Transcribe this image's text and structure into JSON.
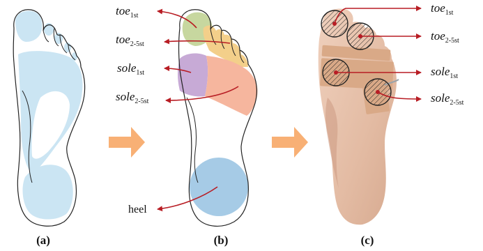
{
  "colors": {
    "outline": "#222222",
    "panel_a_fill": "#cbe5f3",
    "arrow_block": "#f8b075",
    "pointer": "#b81d24",
    "toe1_fill": "#c7d79f",
    "toe25_fill": "#f3cf8a",
    "sole1_fill": "#c7aad6",
    "sole25_fill": "#f6b69e",
    "heel_fill": "#a6cbe6",
    "skin": "#e6c2ab",
    "tape": "#d9a987"
  },
  "panel_b": {
    "toe1": {
      "name": "toe",
      "sub": "1st"
    },
    "toe25": {
      "name": "toe",
      "sub": "2-5st"
    },
    "sole1": {
      "name": "sole",
      "sub": "1st"
    },
    "sole25": {
      "name": "sole",
      "sub": "2-5st"
    },
    "heel": "heel"
  },
  "panel_c": {
    "toe1": {
      "name": "toe",
      "sub": "1st"
    },
    "toe25": {
      "name": "toe",
      "sub": "2-5st"
    },
    "sole1": {
      "name": "sole",
      "sub": "1st"
    },
    "sole25": {
      "name": "sole",
      "sub": "2-5st"
    }
  },
  "captions": {
    "a": "(a)",
    "b": "(b)",
    "c": "(c)"
  }
}
